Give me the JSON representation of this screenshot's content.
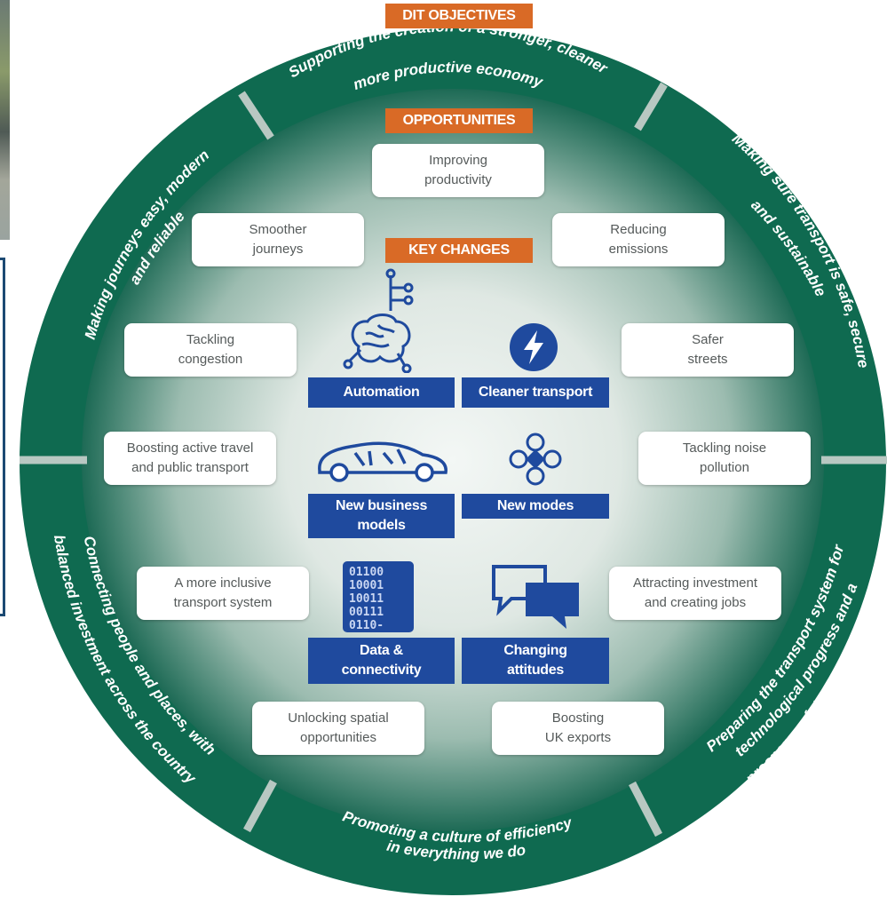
{
  "objectives": {
    "tag": "DIT OBJECTIVES",
    "top": "Supporting the creation of a stronger, cleaner",
    "top2": "more productive economy",
    "upper_left_1": "Making journeys easy, modern",
    "upper_left_2": "and reliable",
    "upper_right_1": "Making sure transport is safe, secure",
    "upper_right_2": "and sustainable",
    "lower_left_1": "Connecting people and places, with",
    "lower_left_2": "balanced investment across the country",
    "lower_right_1": "Preparing the transport system for",
    "lower_right_2": "technological progress and a",
    "lower_right_3": "prosperous future outside the EU",
    "bottom_1": "Promoting a culture of efficiency",
    "bottom_2": "in everything we do"
  },
  "opportunities": {
    "tag": "OPPORTUNITIES",
    "items": [
      "Improving\nproductivity",
      "Smoother\njourneys",
      "Reducing\nemissions",
      "Tackling\ncongestion",
      "Safer\nstreets",
      "Boosting active travel\nand public transport",
      "Tackling noise\npollution",
      "A more inclusive\ntransport system",
      "Attracting investment\nand creating jobs",
      "Unlocking spatial\nopportunities",
      "Boosting\nUK exports"
    ]
  },
  "key_changes": {
    "tag": "KEY CHANGES",
    "items": [
      "Automation",
      "Cleaner transport",
      "New business\nmodels",
      "New modes",
      "Data &\nconnectivity",
      "Changing\nattitudes"
    ]
  },
  "binary_text": {
    "line1": "01100",
    "line2": "10001",
    "line3": "10011",
    "line4": "00111",
    "line5": "0110-"
  },
  "colors": {
    "ring": "#0f6a50",
    "inner_light": "#dfe8e3",
    "tag": "#d96a26",
    "key_change": "#1f4a9e",
    "frame": "#1c4a73"
  },
  "icons": [
    "brain-circuit-icon",
    "lightning-icon",
    "car-icon",
    "drone-icon",
    "binary-data-icon",
    "speech-bubbles-icon"
  ]
}
